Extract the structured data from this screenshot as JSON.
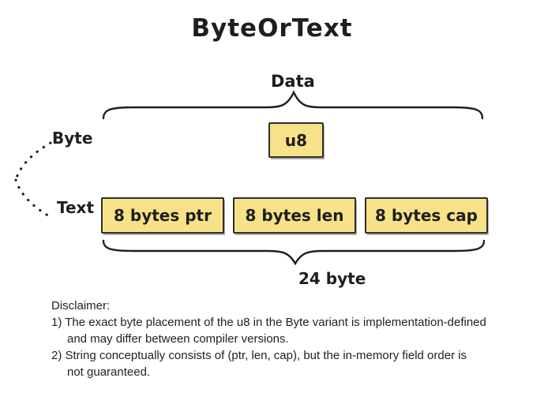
{
  "title": "ByteOrText",
  "colors": {
    "ink": "#1e1e1e",
    "box_fill": "#f8e289",
    "box_border": "#2e2e2e",
    "shadow": "#b0b0b0"
  },
  "diagram": {
    "data_label": "Data",
    "size_label": "24 byte",
    "variants": [
      {
        "name": "Byte",
        "boxes": [
          {
            "label": "u8"
          }
        ]
      },
      {
        "name": "Text",
        "boxes": [
          {
            "label": "8 bytes ptr"
          },
          {
            "label": "8 bytes len"
          },
          {
            "label": "8 bytes cap"
          }
        ]
      }
    ]
  },
  "disclaimer": {
    "heading": "Disclaimer:",
    "lines": [
      "1) The exact byte placement of the u8 in the Byte variant is implementation-defined",
      "and may differ between compiler versions.",
      "2) String conceptually consists of (ptr, len, cap), but the in-memory field order is",
      "not guaranteed."
    ]
  }
}
